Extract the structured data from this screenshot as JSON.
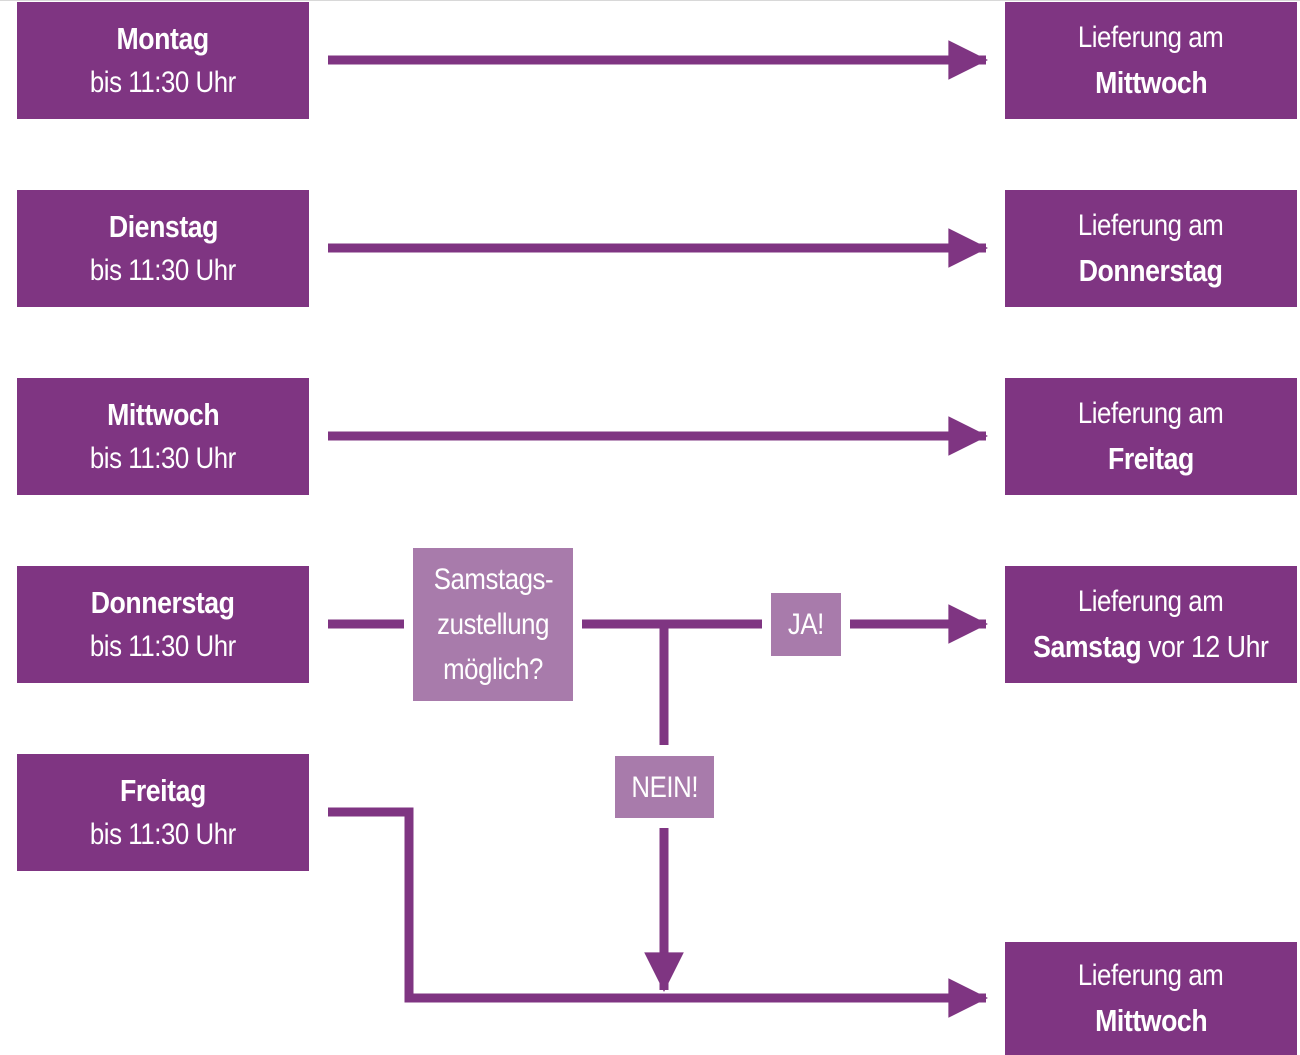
{
  "colors": {
    "primary": "#7f3582",
    "secondary": "#a87bab",
    "text": "#ffffff"
  },
  "rows": [
    {
      "day": "Montag",
      "time": "bis 11:30 Uhr",
      "delivery_prefix": "Lieferung am",
      "delivery_day": "Mittwoch",
      "delivery_suffix": ""
    },
    {
      "day": "Dienstag",
      "time": "bis 11:30 Uhr",
      "delivery_prefix": "Lieferung am",
      "delivery_day": "Donnerstag",
      "delivery_suffix": ""
    },
    {
      "day": "Mittwoch",
      "time": "bis 11:30 Uhr",
      "delivery_prefix": "Lieferung am",
      "delivery_day": "Freitag",
      "delivery_suffix": ""
    },
    {
      "day": "Donnerstag",
      "time": "bis 11:30 Uhr",
      "delivery_prefix": "Lieferung am",
      "delivery_day": "Samstag",
      "delivery_suffix": " vor 12 Uhr"
    },
    {
      "day": "Freitag",
      "time": "bis 11:30 Uhr",
      "delivery_prefix": "Lieferung am",
      "delivery_day": "Mittwoch",
      "delivery_suffix": ""
    }
  ],
  "decision": {
    "line1": "Samstags-",
    "line2": "zustellung",
    "line3": "möglich?"
  },
  "yes_label": "JA!",
  "no_label": "NEIN!"
}
